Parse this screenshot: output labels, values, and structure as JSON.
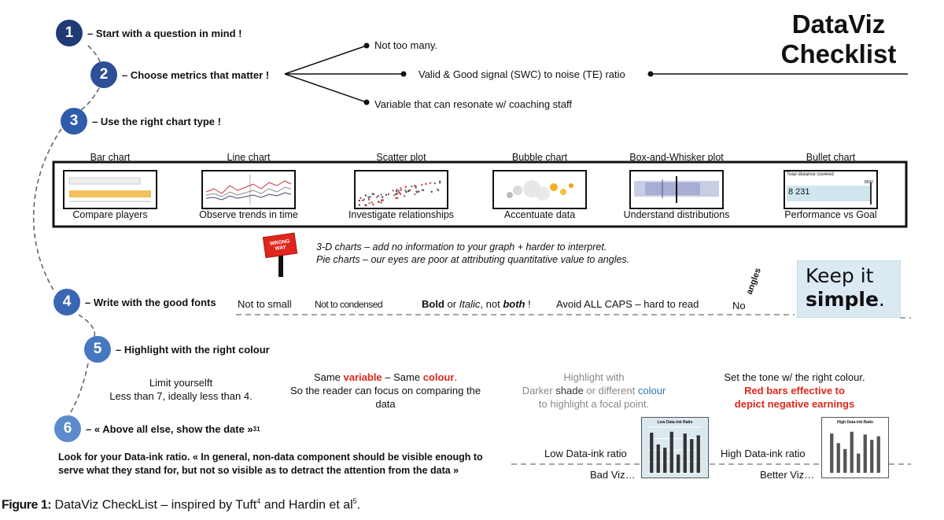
{
  "title": {
    "line1": "DataViz",
    "line2": "Checklist"
  },
  "colors": {
    "step1": "#1f3a74",
    "step2": "#2c4f97",
    "step3": "#2f5bab",
    "step4": "#3a66b4",
    "step5": "#4678c0",
    "step6": "#5b8acd",
    "red": "#e0261c",
    "blue": "#2a7ab8"
  },
  "steps": [
    {
      "number": "1",
      "label": "– Start with  a question in mind !"
    },
    {
      "number": "2",
      "label": "– Choose metrics that matter !"
    },
    {
      "number": "3",
      "label": "– Use the right chart type !"
    },
    {
      "number": "4",
      "label": "– Write with the good fonts"
    },
    {
      "number": "5",
      "label": "– Highlight with the right colour"
    },
    {
      "number": "6",
      "label": "– « Above all else, show the date »",
      "sup": "31"
    }
  ],
  "metrics": {
    "top": "Not too many.",
    "middle": "Valid & Good signal  (SWC) to noise (TE) ratio",
    "bottom": "Variable that can resonate w/ coaching staff"
  },
  "charts": [
    {
      "type": "Bar chart",
      "purpose": "Compare players"
    },
    {
      "type": "Line chart",
      "purpose": "Observe trends in time"
    },
    {
      "type": "Scatter plot",
      "purpose": "Investigate relationships"
    },
    {
      "type": "Bubble chart",
      "purpose": "Accentuate data"
    },
    {
      "type": "Box-and-Whisker plot",
      "purpose": "Understand distributions"
    },
    {
      "type": "Bullet chart",
      "purpose": "Performance vs Goal",
      "thumb_label": "Total distance covered",
      "thumb_value": "8 231",
      "thumb_goal": "8500"
    }
  ],
  "wrong_way": {
    "sign": "WRONG WAY",
    "line1": "3-D charts – add no information to your graph + harder to interpret.",
    "line2": "Pie charts – our eyes are poor at attributing quantitative value to angles."
  },
  "fonts": {
    "small": "Not to small",
    "condensed": "Not to condensed",
    "bold": "Bold",
    "or": " or ",
    "italic": "Italic",
    "not": ", not ",
    "both": "both",
    "bang": " !",
    "caps": "Avoid ALL CAPS – hard to read",
    "no": "No",
    "angles": "angles",
    "keep1": "Keep it",
    "keep2": "simple",
    "keep_dot": "."
  },
  "colour": {
    "limit1": "Limit yourselft",
    "limit2": "Less than 7, ideally less than 4.",
    "same_pre": "Same ",
    "same_variable": "variable",
    "same_mid": " – Same ",
    "same_colour": "colour",
    "same_end": ".",
    "same_line2": "So the reader can focus on comparing the",
    "same_line3": "data",
    "hl_line1": "Highlight with",
    "hl_pre": "Darker ",
    "hl_shade": "shade",
    "hl_mid": " or different ",
    "hl_colour": "colour",
    "hl_line3": "to highlight a focal point.",
    "tone_line1": "Set the tone w/ the right colour.",
    "tone_line2": "Red bars effective to",
    "tone_line3": "depict negative earnings"
  },
  "dataink": {
    "line1": "Look for your Data-ink ratio. « In general, non-data component should be visible enough to",
    "line2": "serve what they stand for, but not so visible as to detract the attention from the data »",
    "low_label": "Low Data-ink ratio",
    "low_sub": "Bad Viz…",
    "low_chart_title": "Low Data-ink Ratio",
    "high_label": "High Data-ink ratio",
    "high_sub": "Better Viz…",
    "high_chart_title": "High Data-ink Ratio",
    "low_values": [
      0.88,
      0.62,
      0.55,
      0.9,
      0.4,
      0.86,
      0.74,
      0.82
    ],
    "high_values": [
      0.86,
      0.65,
      0.52,
      0.9,
      0.42,
      0.84,
      0.72,
      0.8
    ]
  },
  "caption": {
    "label": "Figure 1:",
    "text": " DataViz CheckList – inspired by Tuft",
    "sup1": "4",
    "mid": " and Hardin et al",
    "sup2": "5",
    "end": "."
  }
}
